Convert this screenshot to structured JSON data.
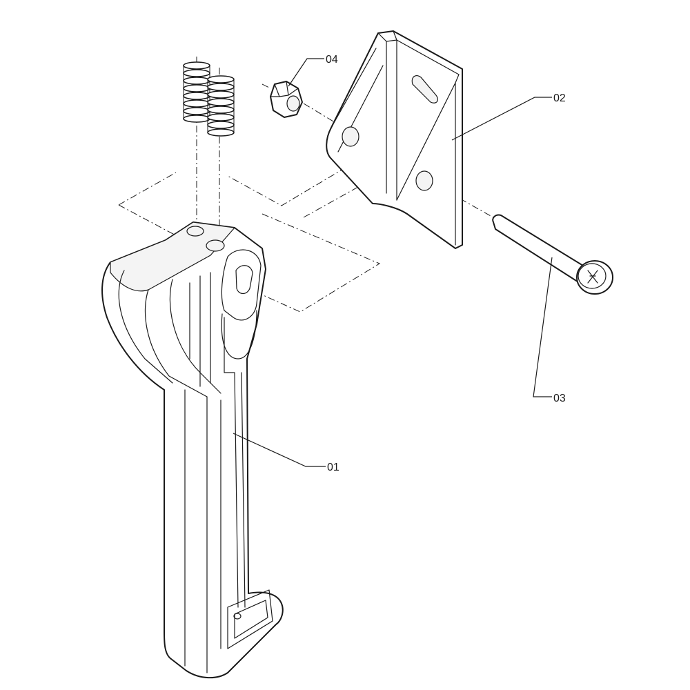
{
  "callouts": {
    "handle": "01",
    "bracket": "02",
    "screw": "03",
    "nut": "04"
  },
  "colors": {
    "line": "#1a1a1a",
    "fill": "#ffffff",
    "background": "#ffffff"
  }
}
